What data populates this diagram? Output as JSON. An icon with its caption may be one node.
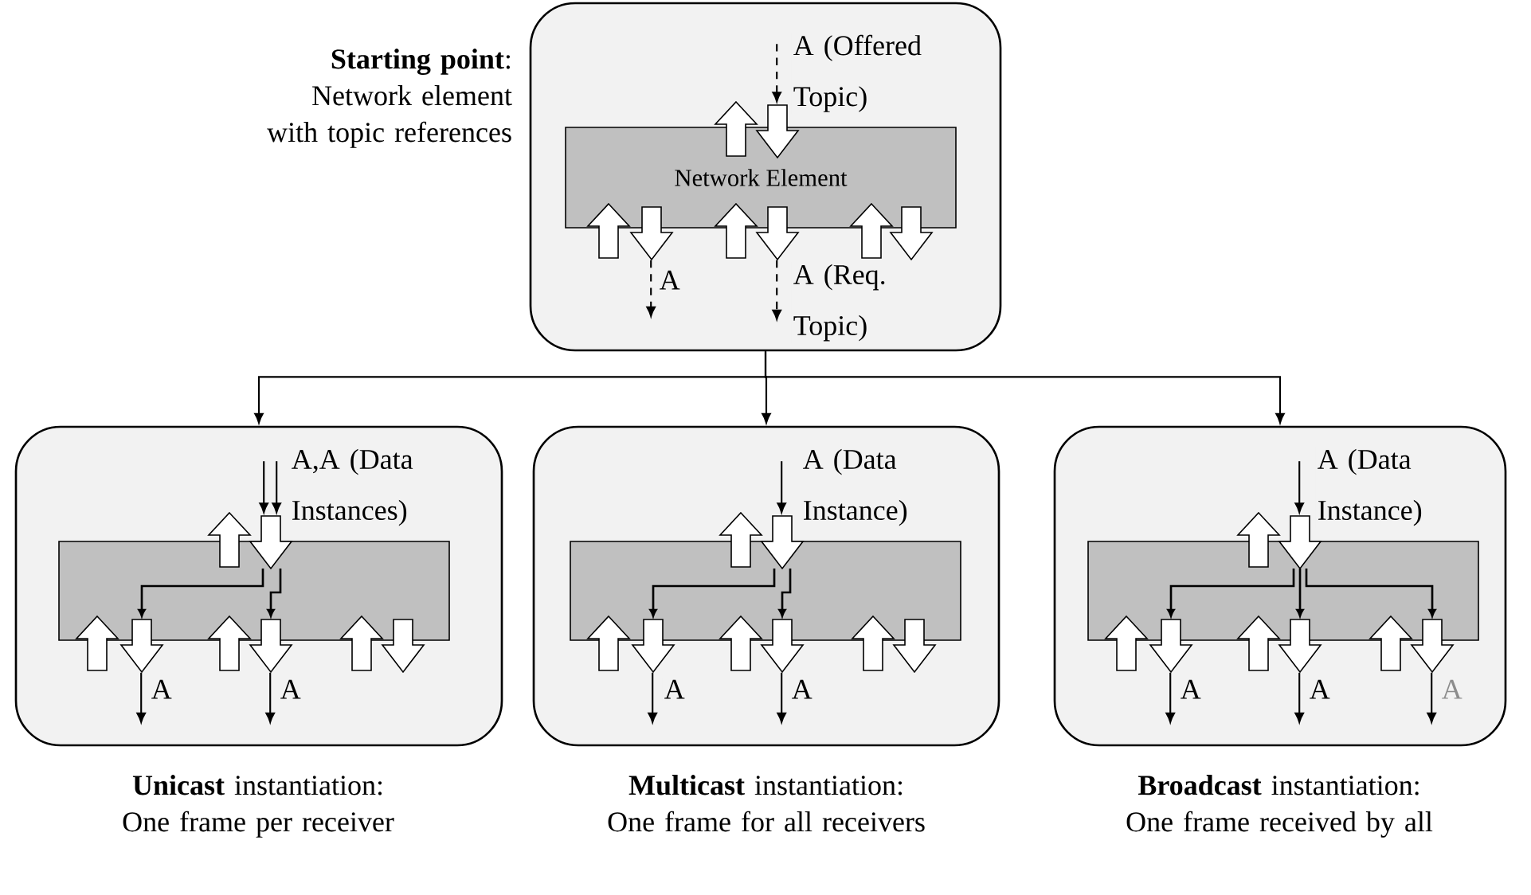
{
  "diagram": {
    "nodes": [
      {
        "text": [],
        "shape": "box",
        "beside": [
          "**Starting point**: Network element with topic references"
        ]
      },
      {
        "text": [
          "Network Element"
        ],
        "in": 0
      },
      {
        "text": [],
        "shape": "box",
        "beside": [
          "**Unicast** instantiation: One frame per receiver"
        ]
      },
      {
        "text": [],
        "shape": "box",
        "in": 2
      },
      {
        "text": [],
        "shape": "box",
        "beside": [
          "**Multicast** instantiation: One frame for all receivers"
        ]
      },
      {
        "text": [],
        "shape": "box",
        "in": 4
      },
      {
        "text": [],
        "shape": "box",
        "beside": [
          "**Broadcast** instantiation: One frame received by all"
        ]
      },
      {
        "text": [],
        "shape": "box",
        "in": 6
      }
    ],
    "edges": [
      {
        "from": 0,
        "to": 2,
        "arrow": "to"
      },
      {
        "from": 0,
        "to": 4,
        "arrow": "to"
      },
      {
        "from": 0,
        "to": 6,
        "arrow": "to"
      },
      {
        "from": null,
        "to": 1,
        "arrow": "to",
        "style": "dashed",
        "label": "A (Offered Topic)"
      },
      {
        "from": 1,
        "to": null,
        "arrow": "to",
        "style": "dashed",
        "label": "A"
      },
      {
        "from": 1,
        "to": null,
        "arrow": "to",
        "style": "dashed",
        "label": "A (Req. Topic)"
      },
      {
        "from": null,
        "to": 3,
        "arrow": "to",
        "label": "A,A (Data Instances)"
      },
      {
        "from": null,
        "to": 3,
        "arrow": "to"
      },
      {
        "from": 3,
        "to": null,
        "arrow": "to",
        "label": "A"
      },
      {
        "from": 3,
        "to": null,
        "arrow": "to",
        "label": "A"
      },
      {
        "from": null,
        "to": 5,
        "arrow": "to",
        "label": "A (Data Instance)"
      },
      {
        "from": 5,
        "to": null,
        "arrow": "to",
        "label": "A"
      },
      {
        "from": 5,
        "to": null,
        "arrow": "to",
        "label": "A"
      },
      {
        "from": null,
        "to": 7,
        "arrow": "to",
        "label": "A (Data Instance)"
      },
      {
        "from": 7,
        "to": null,
        "arrow": "to",
        "label": "A"
      },
      {
        "from": 7,
        "to": null,
        "arrow": "to",
        "label": "A"
      },
      {
        "from": 7,
        "to": null,
        "arrow": "to",
        "label": "A"
      }
    ]
  }
}
